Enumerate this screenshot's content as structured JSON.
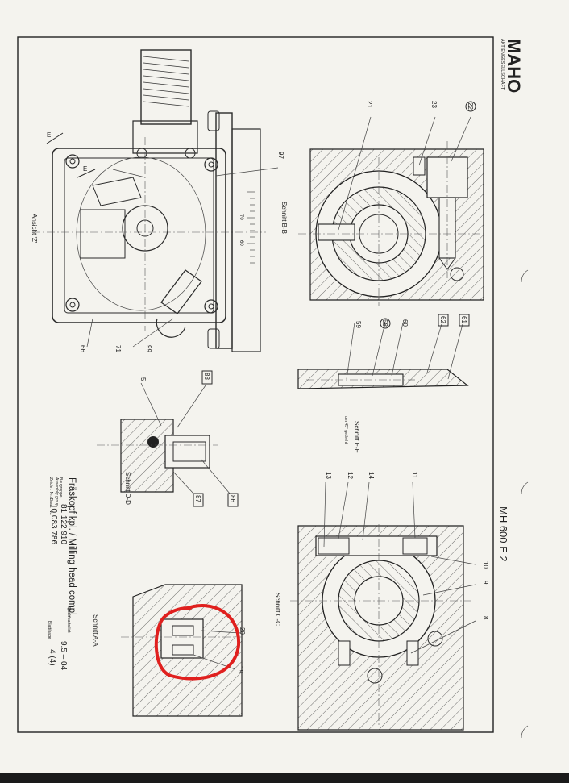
{
  "company": {
    "logo": "MAHO",
    "subtitle": "AKTIENGESELLSCHAFT"
  },
  "machine_model": "MH 600 E 2",
  "title_block": {
    "title": "Fräskopf kpl. / Milling head compl.",
    "group_label": "Baugruppe",
    "group_label_en": "Assembly group",
    "group_no": "81.122 910",
    "drawing_label": "Zeichn. Nr./Draw. No.",
    "drawing_no": "10.083 786",
    "sheet_label": "Stück/parts list",
    "sheet_no": "9.5 – 04",
    "page_label": "Blatt/page",
    "page_no": "4 (4)"
  },
  "view_labels": {
    "view_z": "Ansicht 'Z'",
    "section_bb": "Schnitt B-B",
    "section_ee": "Schnitt E-E",
    "section_ee_note": "um 45° gedreht",
    "section_dd": "Schnitt D-D",
    "section_cc": "Schnitt C-C",
    "section_aa": "Schnitt A-A"
  },
  "scale_numbers": [
    "70",
    "60"
  ],
  "section_marks": [
    "E",
    "E"
  ],
  "part_numbers": {
    "p21": "21",
    "p23": "23",
    "p22": "22",
    "p97": "97",
    "p66": "66",
    "p71": "71",
    "p99": "99",
    "p59": "59",
    "p58": "58",
    "p60": "60",
    "p62": "62",
    "p61": "61",
    "p5": "5",
    "p88": "88",
    "p87": "87",
    "p86": "86",
    "p13": "13",
    "p12": "12",
    "p14": "14",
    "p11": "11",
    "p10": "10",
    "p9": "9",
    "p8": "8",
    "p19": "19",
    "p20": "20"
  },
  "colors": {
    "paper": "#f4f3ee",
    "ink": "#222222",
    "highlight": "#e0201e"
  }
}
